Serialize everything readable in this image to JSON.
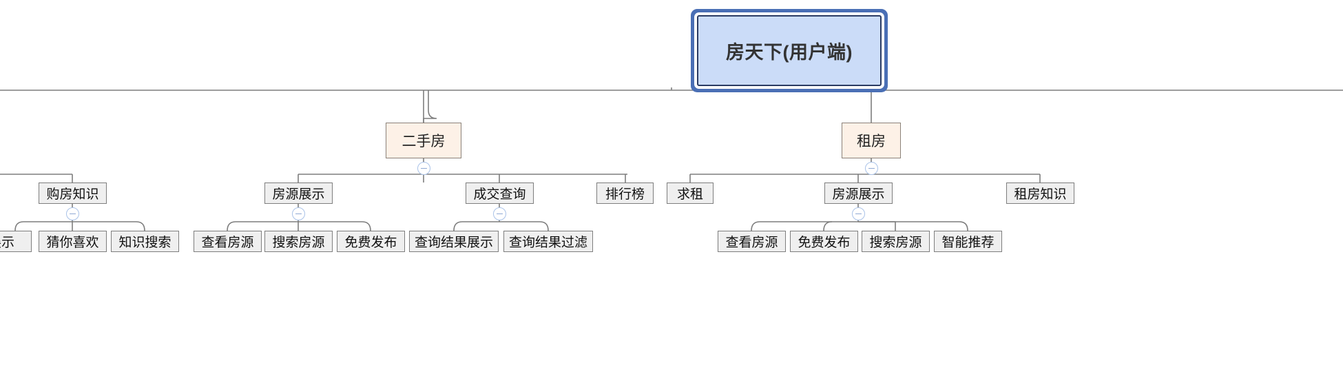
{
  "diagram": {
    "type": "mindmap-tree",
    "title": "房天下(用户端)",
    "colors": {
      "root_fill": "#cbdcf8",
      "root_outer_border": "#4a6fb5",
      "root_inner_border": "#2a3b63",
      "level2_fill": "#fdf1e7",
      "level2_border": "#8a8178",
      "level3_fill": "#efefef",
      "level3_border": "#7d7d7d",
      "edge": "#7d7d7d",
      "toggle_border": "#a9c2e8"
    },
    "root": {
      "label": "房天下(用户端)"
    },
    "level2": [
      {
        "label": "二手房",
        "toggle": "collapse-minus"
      },
      {
        "label": "租房",
        "toggle": "collapse-minus"
      }
    ],
    "level3": [
      {
        "label": "购房知识",
        "parent": "二手房",
        "toggle": "collapse-minus"
      },
      {
        "label": "房源展示",
        "parent": "二手房",
        "toggle": "collapse-minus"
      },
      {
        "label": "成交查询",
        "parent": "二手房",
        "toggle": "collapse-minus"
      },
      {
        "label": "排行榜",
        "parent": "二手房",
        "toggle": null
      },
      {
        "label": "求租",
        "parent": "租房",
        "toggle": null
      },
      {
        "label": "房源展示",
        "parent": "租房",
        "toggle": "collapse-minus"
      },
      {
        "label": "租房知识",
        "parent": "租房",
        "toggle": null
      }
    ],
    "leaves": [
      {
        "label": "展示",
        "parent": "购房知识",
        "clipped": true
      },
      {
        "label": "猜你喜欢",
        "parent": "购房知识"
      },
      {
        "label": "知识搜索",
        "parent": "购房知识"
      },
      {
        "label": "查看房源",
        "parent": "房源展示(二手房)"
      },
      {
        "label": "搜索房源",
        "parent": "房源展示(二手房)"
      },
      {
        "label": "免费发布",
        "parent": "房源展示(二手房)"
      },
      {
        "label": "查询结果展示",
        "parent": "成交查询"
      },
      {
        "label": "查询结果过滤",
        "parent": "成交查询"
      },
      {
        "label": "查看房源",
        "parent": "房源展示(租房)"
      },
      {
        "label": "免费发布",
        "parent": "房源展示(租房)"
      },
      {
        "label": "搜索房源",
        "parent": "房源展示(租房)"
      },
      {
        "label": "智能推荐",
        "parent": "房源展示(租房)"
      }
    ]
  }
}
